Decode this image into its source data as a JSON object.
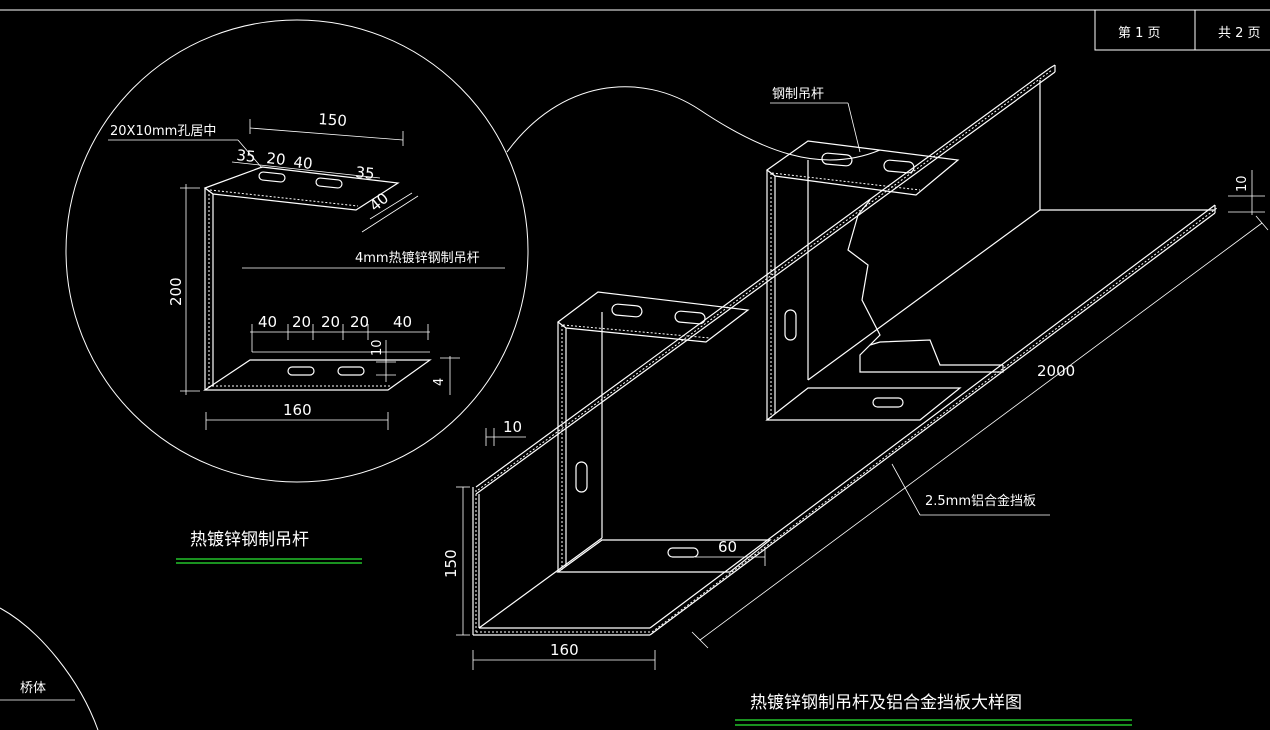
{
  "title_block": {
    "page_label": "第 1 页",
    "total_label": "共 2 页"
  },
  "detail": {
    "hole_note": "20X10mm孔居中",
    "top_width": "150",
    "top_dims": [
      "35",
      "20",
      "40",
      "35"
    ],
    "depth_40": "40",
    "rod_note": "4mm热镀锌钢制吊杆",
    "height": "200",
    "bottom_dims": [
      "40",
      "20",
      "20",
      "20",
      "40"
    ],
    "slot_10": "10",
    "thick_4": "4",
    "bottom_width": "160",
    "caption": "热镀锌钢制吊杆"
  },
  "main": {
    "rod_label": "钢制吊杆",
    "dim_10_right": "10",
    "dim_2000": "2000",
    "plate_note": "2.5mm铝合金挡板",
    "dim_10_left": "10",
    "dim_60": "60",
    "dim_150": "150",
    "dim_160": "160",
    "caption": "热镀锌钢制吊杆及铝合金挡板大样图"
  },
  "bridge_label": "桥体"
}
